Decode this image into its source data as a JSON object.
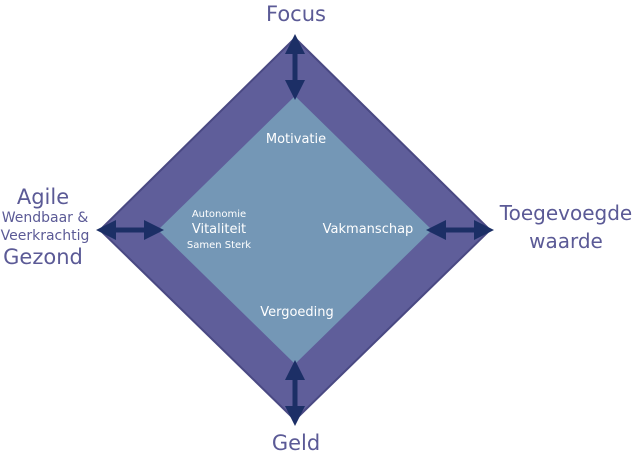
{
  "colors": {
    "outer_band": "#5f5e9a",
    "outer_stroke": "#4a4983",
    "inner_square": "#7497b6",
    "arrow": "#1c2f66",
    "label_outer": "#5b5a96",
    "label_inner": "#ffffff",
    "background": "#ffffff"
  },
  "outer_labels": {
    "top": "Focus",
    "bottom": "Geld",
    "left": {
      "line1": "Agile",
      "line2": "Wendbaar &",
      "line3": "Veerkrachtig",
      "line4": "Gezond"
    },
    "right": {
      "line1": "Toegevoegde",
      "line2": "waarde"
    }
  },
  "inner_labels": {
    "top": "Motivatie",
    "right": "Vakmanschap",
    "bottom": "Vergoeding",
    "left": {
      "line1": "Autonomie",
      "line2": "Vitaliteit",
      "line3": "Samen Sterk"
    }
  },
  "arrows": {
    "icon": "double-headed-arrow",
    "positions": [
      "top",
      "right",
      "bottom",
      "left"
    ]
  }
}
